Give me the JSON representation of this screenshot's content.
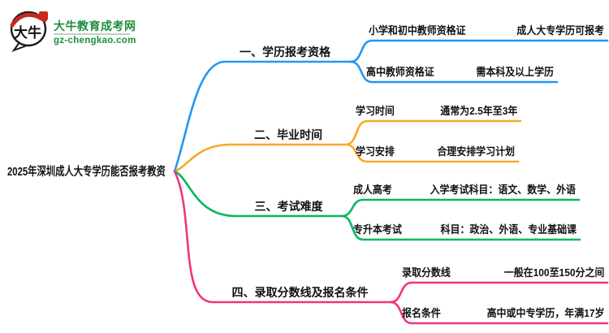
{
  "logo": {
    "mark": "大牛",
    "title": "大牛教育成考网",
    "url": "gz-chengkao.com",
    "brand_green": "#1E8E3E",
    "seal_red": "#C9281E"
  },
  "root": {
    "title": "2025年深圳成人大专学历能否报考教资"
  },
  "branches": [
    {
      "label": "一、学历报考资格",
      "color": "#2196F3",
      "children": [
        {
          "left": "小学和初中教师资格证",
          "right": "成人大专学历可报考"
        },
        {
          "left": "高中教师资格证",
          "right": "需本科及以上学历"
        }
      ]
    },
    {
      "label": "二、毕业时间",
      "color": "#F9A825",
      "children": [
        {
          "left": "学习时间",
          "right": "通常为2.5年至3年"
        },
        {
          "left": "学习安排",
          "right": "合理安排学习计划"
        }
      ]
    },
    {
      "label": "三、考试难度",
      "color": "#00B860",
      "children": [
        {
          "left": "成人高考",
          "right": "入学考试科目：语文、数学、外语"
        },
        {
          "left": "专升本考试",
          "right": "科目：政治、外语、专业基础课"
        }
      ]
    },
    {
      "label": "四、录取分数线及报名条件",
      "color": "#F5317F",
      "children": [
        {
          "left": "录取分数线",
          "right": "一般在100至150分之间"
        },
        {
          "left": "报名条件",
          "right": "高中或中专学历，年满17岁"
        }
      ]
    }
  ]
}
